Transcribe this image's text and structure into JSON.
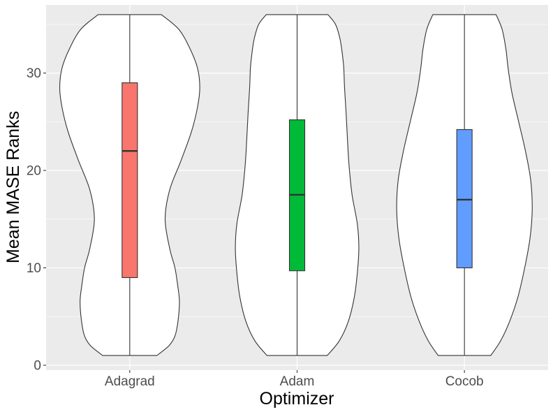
{
  "chart_data": {
    "type": "violin",
    "title": "",
    "xlabel": "Optimizer",
    "ylabel": "Mean MASE Ranks",
    "ylim": [
      -0.5,
      37
    ],
    "yticks": [
      0,
      10,
      20,
      30
    ],
    "grid": true,
    "legend": "none",
    "colors": {
      "panel_background": "#ebebeb",
      "gridline": "#ffffff",
      "violin_fill": "#ffffff",
      "outline": "#333333"
    },
    "categories": [
      "Adagrad",
      "Adam",
      "Cocob"
    ],
    "series": [
      {
        "box_color": "#F8766D",
        "min": 1,
        "q1": 9,
        "median": 22,
        "q3": 29,
        "max": 36,
        "violin_profile": [
          [
            1,
            0.36
          ],
          [
            2,
            0.52
          ],
          [
            3,
            0.6
          ],
          [
            4.5,
            0.64
          ],
          [
            6.5,
            0.66
          ],
          [
            8,
            0.64
          ],
          [
            10,
            0.6
          ],
          [
            12,
            0.53
          ],
          [
            15,
            0.47
          ],
          [
            18,
            0.53
          ],
          [
            21,
            0.68
          ],
          [
            24,
            0.82
          ],
          [
            26.5,
            0.9
          ],
          [
            28.5,
            0.93
          ],
          [
            30.5,
            0.9
          ],
          [
            32.5,
            0.8
          ],
          [
            34.5,
            0.65
          ],
          [
            36,
            0.42
          ]
        ]
      },
      {
        "box_color": "#00BA38",
        "min": 1,
        "q1": 9.7,
        "median": 17.5,
        "q3": 25.2,
        "max": 36,
        "violin_profile": [
          [
            1,
            0.4
          ],
          [
            2.5,
            0.56
          ],
          [
            4.5,
            0.68
          ],
          [
            7,
            0.76
          ],
          [
            9.5,
            0.8
          ],
          [
            12,
            0.82
          ],
          [
            14.5,
            0.8
          ],
          [
            17.5,
            0.73
          ],
          [
            20.5,
            0.69
          ],
          [
            23,
            0.67
          ],
          [
            26,
            0.65
          ],
          [
            28.5,
            0.63
          ],
          [
            30.5,
            0.62
          ],
          [
            32,
            0.6
          ],
          [
            33.5,
            0.57
          ],
          [
            35,
            0.51
          ],
          [
            36,
            0.41
          ]
        ]
      },
      {
        "box_color": "#619CFF",
        "min": 1,
        "q1": 10,
        "median": 17,
        "q3": 24.2,
        "max": 36,
        "violin_profile": [
          [
            1,
            0.35
          ],
          [
            2.5,
            0.48
          ],
          [
            4.5,
            0.6
          ],
          [
            7,
            0.71
          ],
          [
            10,
            0.8
          ],
          [
            13,
            0.87
          ],
          [
            16,
            0.9
          ],
          [
            19,
            0.88
          ],
          [
            22,
            0.81
          ],
          [
            25,
            0.72
          ],
          [
            28,
            0.63
          ],
          [
            30.5,
            0.58
          ],
          [
            32.5,
            0.55
          ],
          [
            34.5,
            0.5
          ],
          [
            36,
            0.42
          ]
        ]
      }
    ]
  }
}
